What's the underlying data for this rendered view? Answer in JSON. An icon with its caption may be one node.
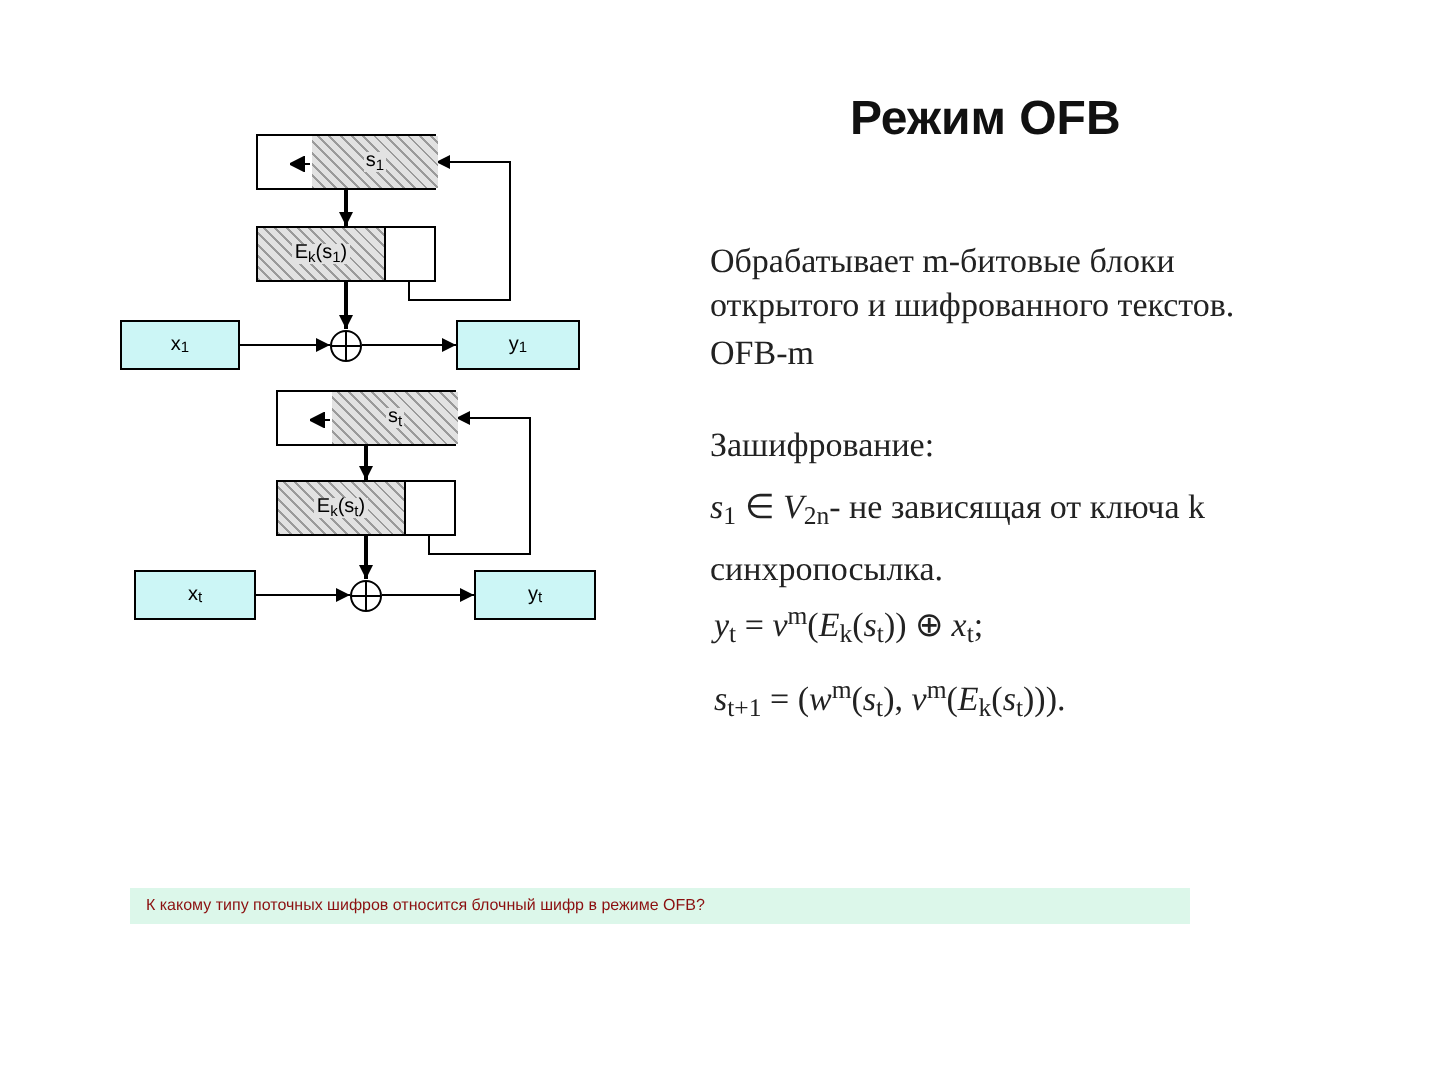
{
  "diagram": {
    "title": "Режим OFB",
    "nodes": [
      {
        "text": [
          "s$_{1}$"
        ]
      },
      {
        "text": [
          "E$_{k}$(s$_{1}$)"
        ]
      },
      {
        "text": [],
        "shape": "circle"
      },
      {
        "text": [
          "x$_{1}$"
        ]
      },
      {
        "text": [
          "y$_{1}$"
        ]
      },
      {
        "text": [
          "s$_{t}$"
        ]
      },
      {
        "text": [
          "E$_{k}$(s$_{t}$)"
        ]
      },
      {
        "text": [],
        "shape": "circle"
      },
      {
        "text": [
          "x$_{t}$"
        ]
      },
      {
        "text": [
          "y$_{t}$"
        ]
      }
    ],
    "edges": [
      {
        "from": 0,
        "to": 1,
        "arrow": "to"
      },
      {
        "from": 1,
        "to": 2,
        "arrow": "to"
      },
      {
        "from": 3,
        "to": 2,
        "arrow": "to"
      },
      {
        "from": 2,
        "to": 4,
        "arrow": "to"
      },
      {
        "from": 1,
        "to": 0,
        "arrow": "to"
      },
      {
        "from": 5,
        "to": 6,
        "arrow": "to"
      },
      {
        "from": 6,
        "to": 7,
        "arrow": "to"
      },
      {
        "from": 8,
        "to": 7,
        "arrow": "to"
      },
      {
        "from": 7,
        "to": 9,
        "arrow": "to"
      },
      {
        "from": 6,
        "to": 5,
        "arrow": "to"
      }
    ],
    "labels": [
      "Обрабатывает m-битовые блоки открытого и шифрованного текстов.",
      "OFB-m",
      "Зашифрование:",
      "*s*$_{1}$ ∈ *V*$_{2n}$- не зависящая от ключа k синхропосылка.",
      "*y*$_{t}$ = *v*$^{m}$(*E*$_{k}$(*s*$_{t}$)) ⊕ *x*$_{t}$;",
      "*s*$_{t+1}$ = (*w*$^{m}$(*s*$_{t}$), *v*$^{m}$(*E*$_{k}$(*s*$_{t}$))).",
      "К какому типу поточных шифров относится блочный шифр в режиме OFB?"
    ]
  }
}
